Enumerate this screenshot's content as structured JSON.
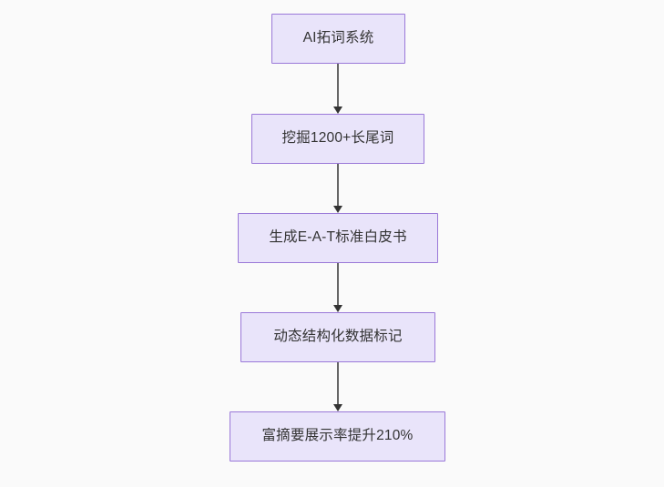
{
  "diagram": {
    "title": "AI SEO content pipeline flowchart",
    "direction": "top-to-bottom",
    "background_color": "#fafafa",
    "node_fill_color": "#e9e4fa",
    "node_border_color": "#9a78d8",
    "node_text_color": "#333333",
    "edge_color": "#666666",
    "nodes": [
      {
        "id": "n1",
        "label": "AI拓词系统"
      },
      {
        "id": "n2",
        "label": "挖掘1200+长尾词"
      },
      {
        "id": "n3",
        "label": "生成E-A-T标准白皮书"
      },
      {
        "id": "n4",
        "label": "动态结构化数据标记"
      },
      {
        "id": "n5",
        "label": "富摘要展示率提升210%"
      }
    ],
    "edges": [
      {
        "from": "n1",
        "to": "n2",
        "label": ""
      },
      {
        "from": "n2",
        "to": "n3",
        "label": ""
      },
      {
        "from": "n3",
        "to": "n4",
        "label": ""
      },
      {
        "from": "n4",
        "to": "n5",
        "label": ""
      }
    ]
  }
}
